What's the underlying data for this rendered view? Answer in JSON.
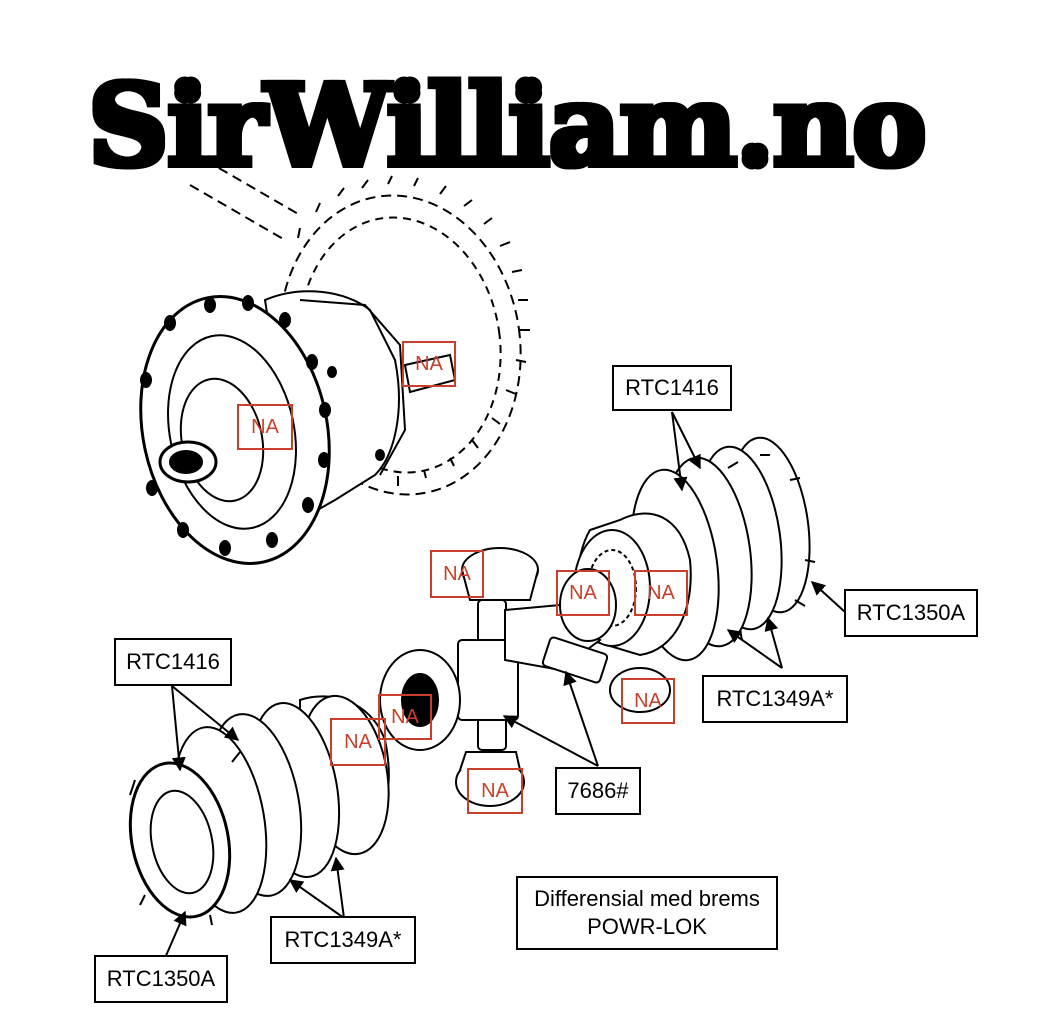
{
  "brand": {
    "title": "SirWilliam.no"
  },
  "caption": {
    "line1": "Differensial med brems",
    "line2": "POWR-LOK"
  },
  "part_labels": {
    "top_rtc1416": "RTC1416",
    "right_rtc1350a": "RTC1350A",
    "right_rtc1349a": "RTC1349A*",
    "center_7686": "7686#",
    "left_rtc1416": "RTC1416",
    "left_rtc1349a": "RTC1349A*",
    "left_rtc1350a": "RTC1350A"
  },
  "na_marker": "NA",
  "colors": {
    "na_red": "#c8402a",
    "ink": "#000000",
    "paper": "#ffffff"
  }
}
